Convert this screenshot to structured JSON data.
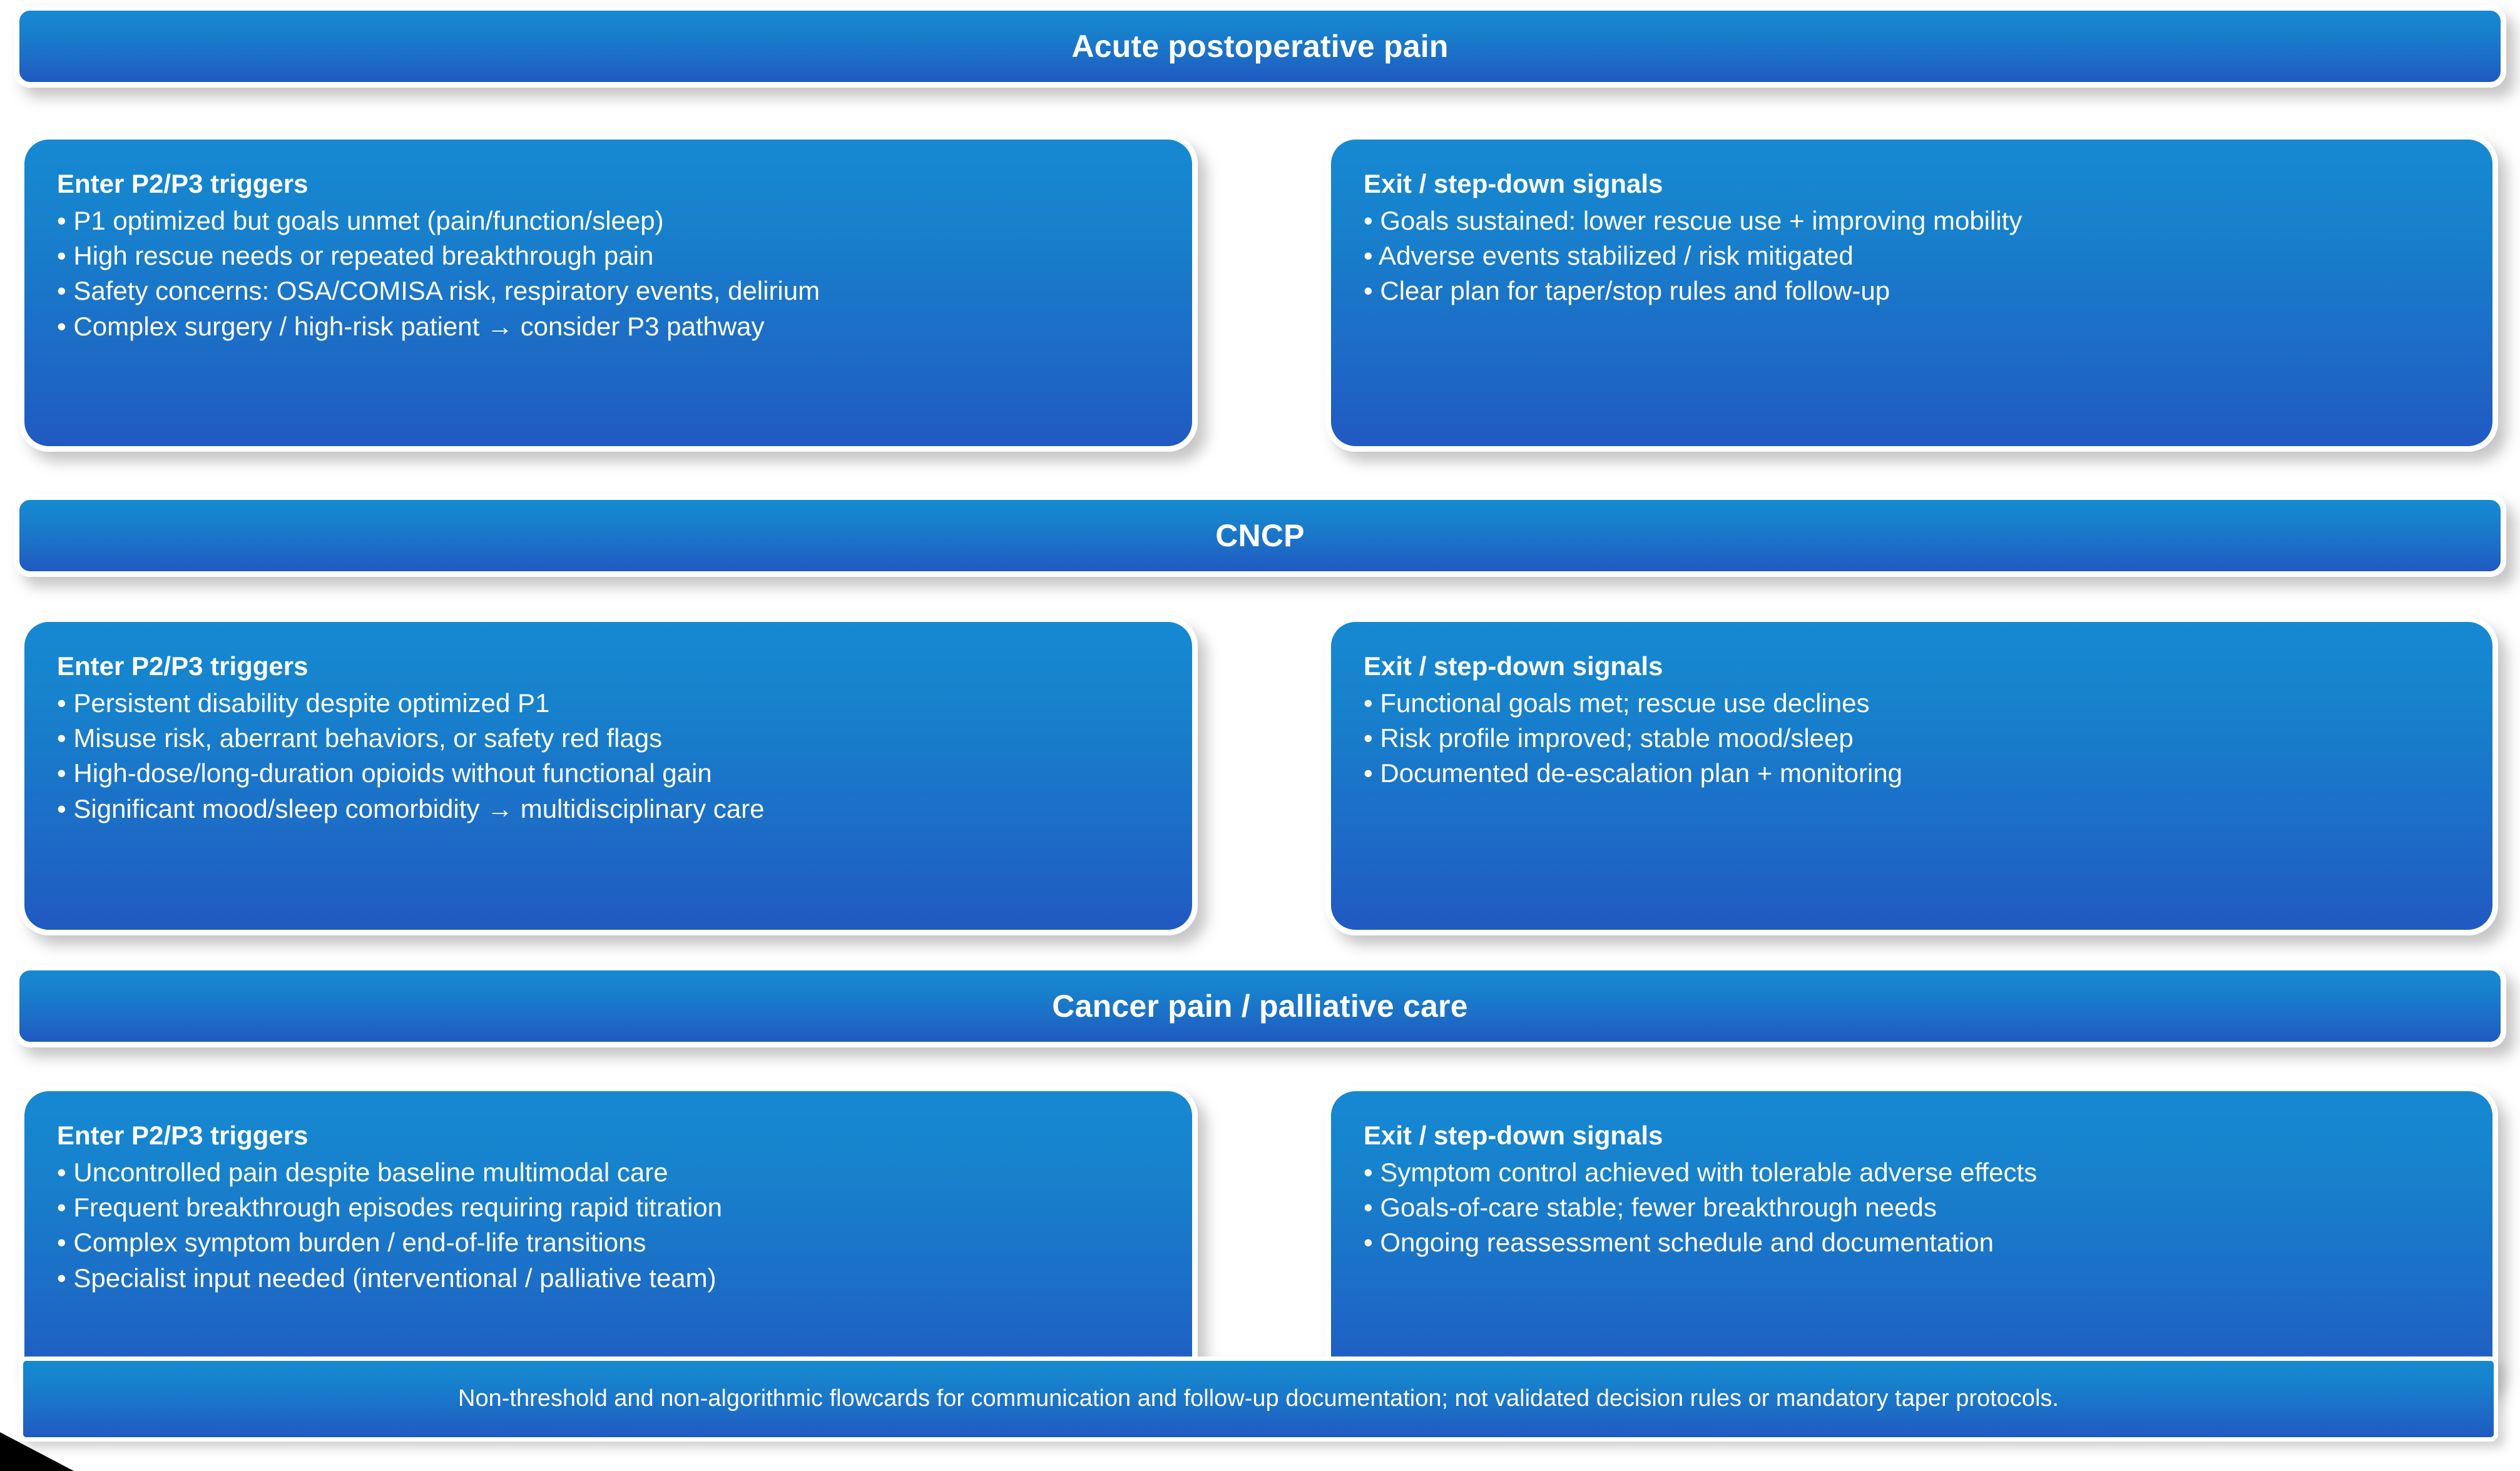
{
  "colors": {
    "gradient_top": "#1689D2",
    "gradient_bottom": "#2059C2",
    "border": "#FFFFFF",
    "text": "#FFFFFF",
    "page_background": "#FFFFFF",
    "corner_artifact": "#000000"
  },
  "sections": [
    {
      "band_title": "Acute postoperative pain",
      "left_card": {
        "title": "Enter P2/P3 triggers",
        "bullets": [
          "• P1 optimized but goals unmet (pain/function/sleep)",
          "• High rescue needs or repeated breakthrough pain",
          "• Safety concerns: OSA/COMISA risk, respiratory events, delirium",
          "• Complex surgery / high-risk patient → consider P3 pathway"
        ]
      },
      "right_card": {
        "title": "Exit / step-down signals",
        "bullets": [
          "• Goals sustained: lower rescue use + improving mobility",
          "• Adverse events stabilized / risk mitigated",
          "• Clear plan for taper/stop rules and follow-up"
        ]
      }
    },
    {
      "band_title": "CNCP",
      "left_card": {
        "title": "Enter P2/P3 triggers",
        "bullets": [
          "• Persistent disability despite optimized P1",
          "• Misuse risk, aberrant behaviors, or safety red flags",
          "• High-dose/long-duration opioids without functional gain",
          "• Significant mood/sleep comorbidity → multidisciplinary care"
        ]
      },
      "right_card": {
        "title": "Exit / step-down signals",
        "bullets": [
          "• Functional goals met; rescue use declines",
          "• Risk profile improved; stable mood/sleep",
          "• Documented de-escalation plan + monitoring"
        ]
      }
    },
    {
      "band_title": "Cancer pain / palliative care",
      "left_card": {
        "title": "Enter P2/P3 triggers",
        "bullets": [
          "• Uncontrolled pain despite baseline multimodal care",
          "• Frequent breakthrough episodes requiring rapid titration",
          "• Complex symptom burden / end-of-life transitions",
          "• Specialist input needed (interventional / palliative team)"
        ]
      },
      "right_card": {
        "title": "Exit / step-down signals",
        "bullets": [
          "• Symptom control achieved with tolerable adverse effects",
          "• Goals-of-care stable; fewer breakthrough needs",
          "• Ongoing reassessment schedule and documentation"
        ]
      }
    }
  ],
  "footer": {
    "text": "Non-threshold and non-algorithmic flowcards for communication and follow-up documentation; not validated decision rules or mandatory taper protocols."
  }
}
